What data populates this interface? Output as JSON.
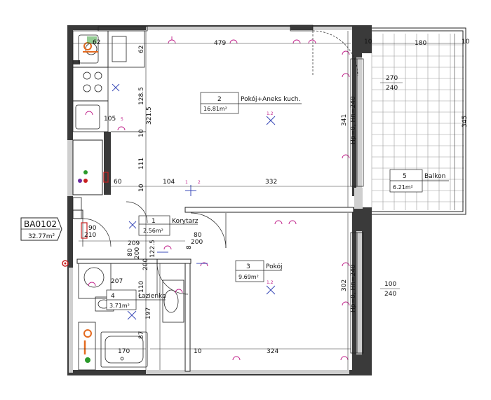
{
  "unit": {
    "code": "BA0102",
    "area": "32.77m²"
  },
  "rooms": [
    {
      "number": "1",
      "name": "Korytarz",
      "area": "2.56m²"
    },
    {
      "number": "2",
      "name": "Pokój+Aneks kuch.",
      "area": "16.81m²"
    },
    {
      "number": "3",
      "name": "Pokój",
      "area": "9.69m²"
    },
    {
      "number": "4",
      "name": "Łazienka",
      "area": "3.71m²"
    },
    {
      "number": "5",
      "name": "Balkon",
      "area": "6.21m²"
    }
  ],
  "dimensions": {
    "top_479": "479",
    "top_180": "180",
    "top_10a": "10",
    "top_10b": "10",
    "d62a": "62",
    "d62b": "62",
    "d128": "128.5",
    "d321": "321.5",
    "d105": "105",
    "d10a": "10",
    "d111": "111",
    "d60": "60",
    "d10b": "10",
    "d104": "104",
    "d332": "332",
    "d341": "341",
    "d345": "345",
    "win1_w": "270",
    "win1_h": "240",
    "hp1": "Hp=0, Hn=240",
    "d90": "90",
    "d210": "210",
    "d80a": "80",
    "d200a": "200",
    "d209": "209",
    "d122": "122.5",
    "d80b": "80",
    "d200b": "200",
    "d200c": "200",
    "d8": "8",
    "d207": "207",
    "d110": "110",
    "d197": "197",
    "d87": "87",
    "d302": "302",
    "win2_w": "100",
    "win2_h": "240",
    "hp2": "Hp=0, Hn=240",
    "d170": "170",
    "d10c": "10",
    "d324": "324"
  },
  "markers": {
    "m1": "1",
    "m2": "2",
    "m12": "1.2",
    "m5": "5"
  }
}
